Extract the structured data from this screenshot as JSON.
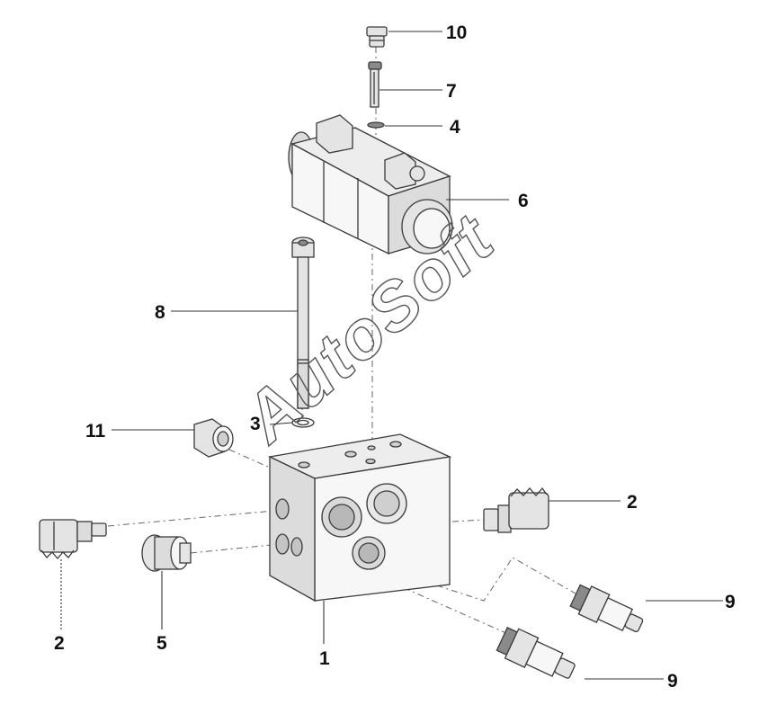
{
  "watermark": "AutoSoft",
  "callouts": {
    "c1": "1",
    "c2_left": "2",
    "c2_right": "2",
    "c3": "3",
    "c4": "4",
    "c5": "5",
    "c6": "6",
    "c7": "7",
    "c8": "8",
    "c9_upper": "9",
    "c9_lower": "9",
    "c10": "10",
    "c11": "11"
  },
  "parts": [
    {
      "number": 1,
      "icon": "manifold-block-icon"
    },
    {
      "number": 2,
      "icon": "pressure-switch-icon"
    },
    {
      "number": 3,
      "icon": "o-ring-icon"
    },
    {
      "number": 4,
      "icon": "washer-icon"
    },
    {
      "number": 5,
      "icon": "plug-fitting-icon"
    },
    {
      "number": 6,
      "icon": "solenoid-valve-icon"
    },
    {
      "number": 7,
      "icon": "screw-icon"
    },
    {
      "number": 8,
      "icon": "socket-cap-bolt-icon"
    },
    {
      "number": 9,
      "icon": "relief-cartridge-icon"
    },
    {
      "number": 10,
      "icon": "cap-nut-icon"
    },
    {
      "number": 11,
      "icon": "adapter-fitting-icon"
    }
  ],
  "colors": {
    "line": "#3a3a3a",
    "background": "#ffffff"
  }
}
